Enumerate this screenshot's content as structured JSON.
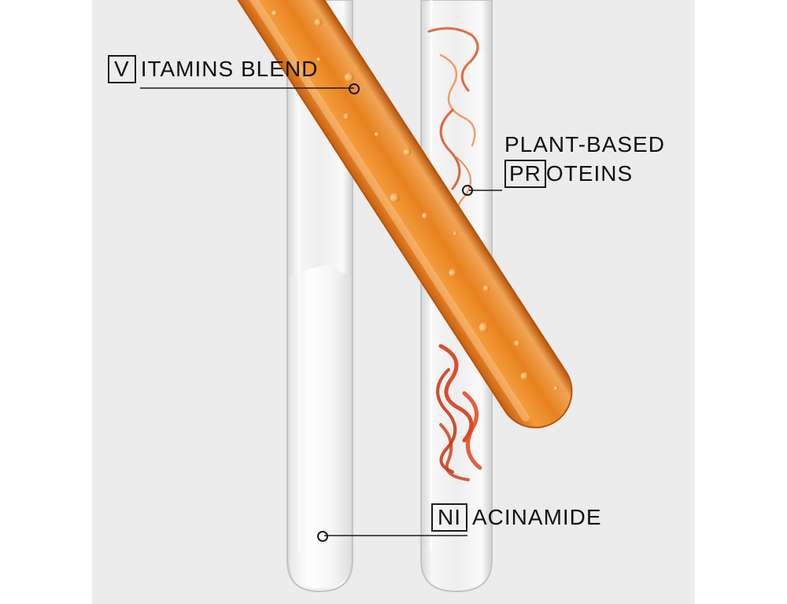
{
  "labels": {
    "vitamins": {
      "boxed": "V",
      "rest": "ITAMINS BLEND"
    },
    "plant_based": {
      "line1": "PLANT-BASED",
      "boxed": "PR",
      "rest": "OTEINS"
    },
    "niacinamide": {
      "boxed": "NI",
      "rest": "ACINAMIDE"
    }
  },
  "colors": {
    "background": "#ececec",
    "serum_orange": "#e8821e",
    "ink_red": "#d9441a",
    "milk_white": "#fafafa",
    "text": "#111111"
  }
}
